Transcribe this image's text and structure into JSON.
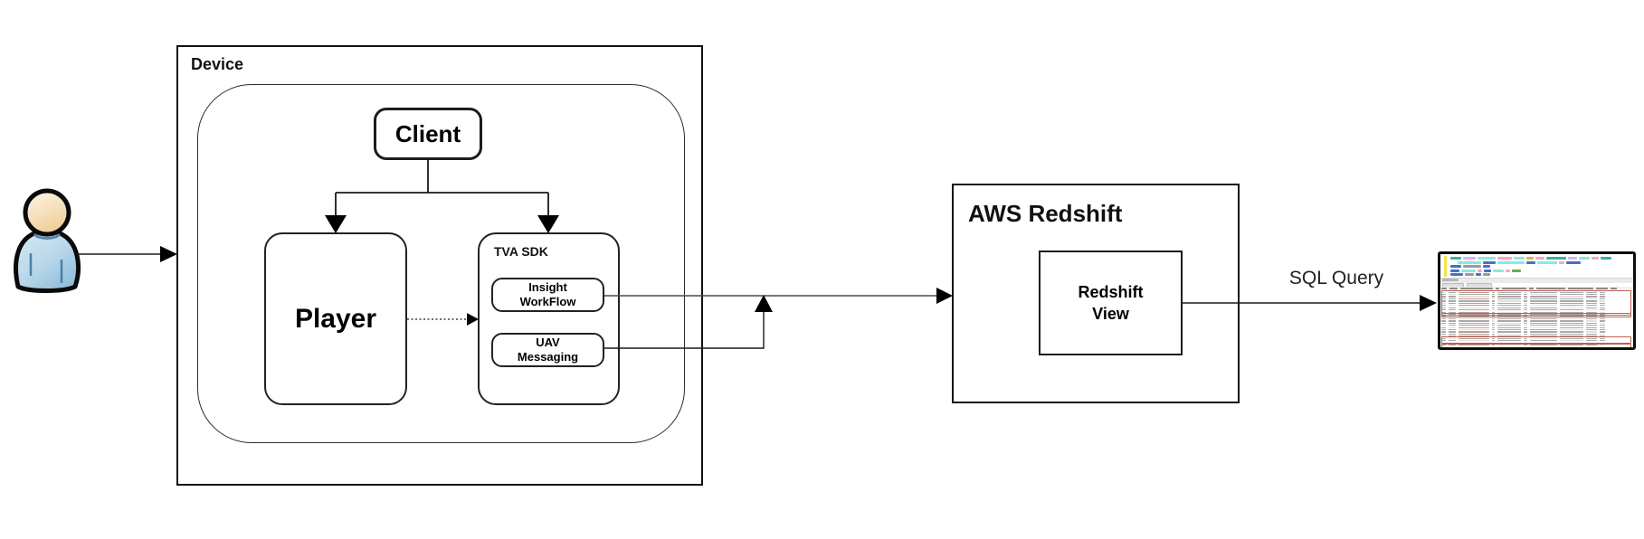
{
  "actor": {
    "icon": "person-icon"
  },
  "device": {
    "label": "Device",
    "client": {
      "label": "Client"
    },
    "player": {
      "label": "Player"
    },
    "tva_sdk": {
      "label": "TVA SDK",
      "insight_workflow": {
        "label": "Insight WorkFlow"
      },
      "uav_messaging": {
        "label": "UAV Messaging"
      }
    }
  },
  "aws": {
    "label": "AWS Redshift",
    "redshift_view": {
      "label": "Redshift View"
    }
  },
  "connections": {
    "sql_query_label": "SQL Query"
  },
  "colors": {
    "box_border": "#1a1a1a",
    "connector": "#1a1a1a",
    "connector_dim": "#4a4a4a",
    "highlight_red": "#c0604f",
    "actor_body_blue": "#b9d7ea",
    "actor_head_cream": "#f8e7c8",
    "gutter_yellow": "#f3e34d",
    "code_teal": "#3fae9e",
    "code_blue": "#4472c4",
    "code_violet": "#d9b3ea",
    "code_cyan": "#8be8e0",
    "code_pink": "#f2a7c3",
    "code_orange": "#e8b04a",
    "code_gray": "#9a9a9a",
    "code_green": "#6aa84f"
  },
  "thumbnail": {
    "name": "sql-query-results-screenshot",
    "code_lines": [
      [
        [
          "teal",
          12
        ],
        [
          "violet",
          14
        ],
        [
          "cyan",
          20
        ],
        [
          "pink",
          16
        ],
        [
          "cyan",
          12
        ],
        [
          "orange",
          8
        ],
        [
          "pink",
          10
        ],
        [
          "teal",
          22
        ],
        [
          "violet",
          10
        ],
        [
          "cyan",
          12
        ],
        [
          "pink",
          8
        ],
        [
          "teal",
          12
        ]
      ],
      [
        [
          "gap",
          6
        ],
        [
          "cyan",
          26
        ],
        [
          "blue",
          14
        ],
        [
          "cyan",
          30
        ],
        [
          "blue",
          10
        ],
        [
          "cyan",
          22
        ],
        [
          "pink",
          6
        ],
        [
          "blue",
          16
        ]
      ],
      [
        [
          "blue",
          12
        ],
        [
          "gray",
          20
        ],
        [
          "blue",
          8
        ]
      ],
      [
        [
          "blue",
          10
        ],
        [
          "cyan",
          16
        ],
        [
          "pink",
          5
        ],
        [
          "blue",
          8
        ],
        [
          "cyan",
          12
        ],
        [
          "pink",
          5
        ],
        [
          "green",
          10
        ]
      ],
      [
        [
          "blue",
          14
        ],
        [
          "gray",
          10
        ],
        [
          "blue",
          6
        ],
        [
          "gray",
          8
        ]
      ]
    ],
    "tabs": [
      22,
      26
    ],
    "grid": {
      "rows": 26,
      "header_cols": [
        6,
        9,
        36,
        4,
        27,
        5,
        32,
        28,
        13,
        7
      ],
      "row_cols": [
        5,
        8,
        34,
        3,
        26,
        4,
        30,
        26,
        12,
        6
      ],
      "highlight_groups": [
        [
          0,
          9
        ],
        [
          10,
          10
        ],
        [
          21,
          22
        ],
        [
          24,
          25
        ]
      ]
    }
  }
}
